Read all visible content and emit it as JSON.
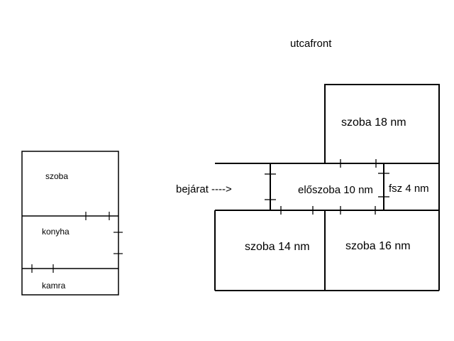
{
  "street_label": "utcafront",
  "entrance_label": "bejárat ---->",
  "main_plan": {
    "rooms": {
      "room_18": "szoba 18 nm",
      "hall": "előszoba 10 nm",
      "bathroom": "fsz 4 nm",
      "room_14": "szoba 14 nm",
      "room_16": "szoba 16 nm"
    }
  },
  "side_plan": {
    "rooms": {
      "room": "szoba",
      "kitchen": "konyha",
      "pantry": "kamra"
    }
  },
  "line_color": "#000000"
}
